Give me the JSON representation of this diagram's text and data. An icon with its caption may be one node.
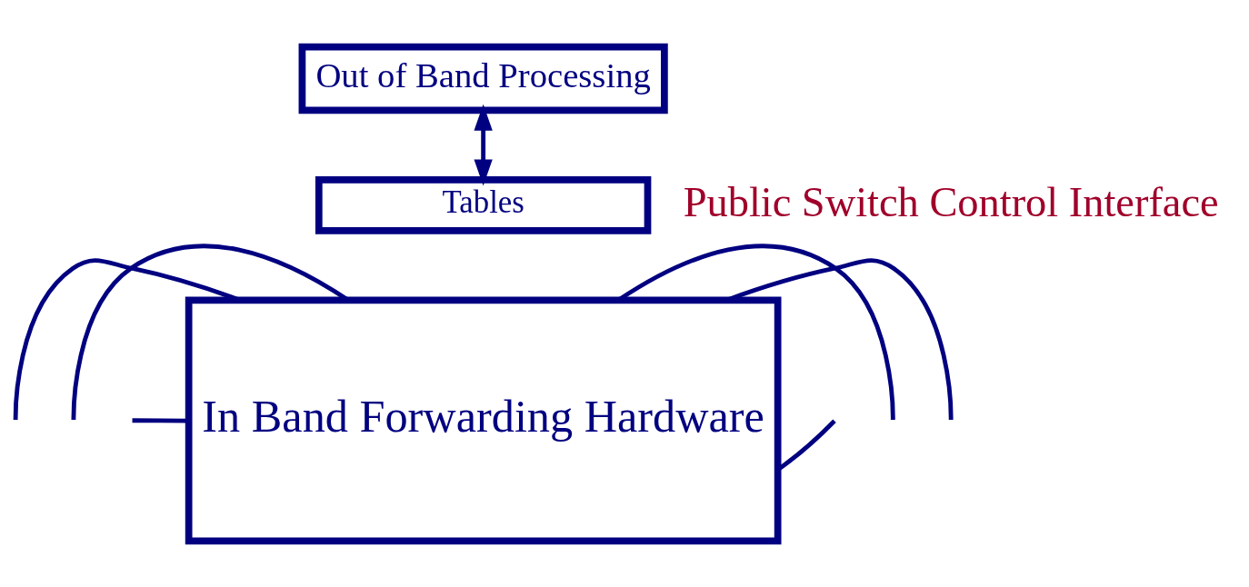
{
  "diagram": {
    "nodes": [
      {
        "text": [
          "Out of Band Processing"
        ]
      },
      {
        "text": [
          "Tables"
        ]
      },
      {
        "text": [
          "In Band Forwarding Hardware"
        ]
      }
    ],
    "edges": [
      {
        "from": 0,
        "to": 1,
        "arrow": "both"
      },
      {
        "from": null,
        "to": 2,
        "arrow": "none"
      },
      {
        "from": null,
        "to": 2,
        "arrow": "none"
      },
      {
        "from": null,
        "to": 2,
        "arrow": "none"
      },
      {
        "from": 2,
        "to": null,
        "arrow": "none"
      },
      {
        "from": 2,
        "to": null,
        "arrow": "none"
      },
      {
        "from": 2,
        "to": null,
        "arrow": "none"
      }
    ],
    "labels": [
      "Public Switch Control Interface"
    ]
  }
}
